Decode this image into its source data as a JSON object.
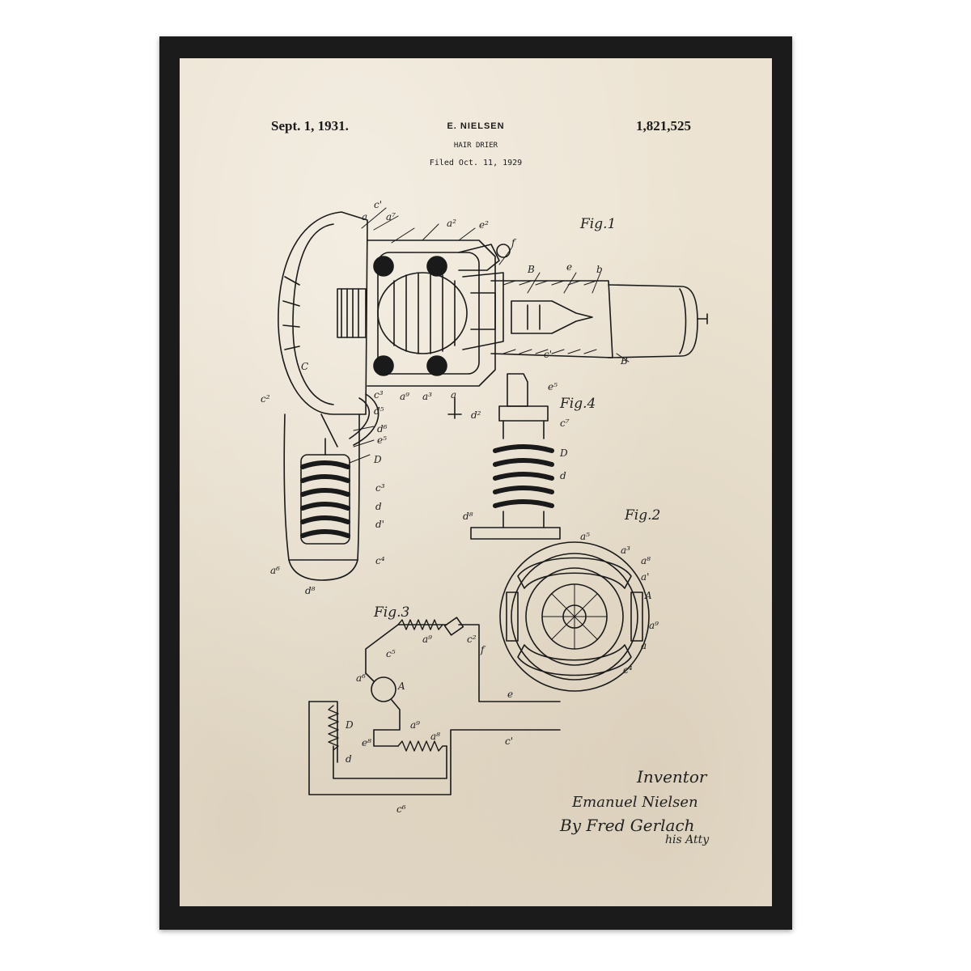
{
  "patent": {
    "date": "Sept. 1, 1931.",
    "inventor_header": "E. NIELSEN",
    "title": "HAIR DRIER",
    "filed": "Filed Oct. 11, 1929",
    "number": "1,821,525"
  },
  "figures": {
    "fig1": "Fig.1",
    "fig2": "Fig.2",
    "fig3": "Fig.3",
    "fig4": "Fig.4"
  },
  "signature": {
    "inventor_label": "Inventor",
    "inventor_name": "Emanuel Nielsen",
    "by_line": "By Fred Gerlach",
    "atty": "his Atty"
  },
  "colors": {
    "frame": "#1b1b1b",
    "paper": "#ece3d2",
    "ink": "#1a1a1a"
  }
}
